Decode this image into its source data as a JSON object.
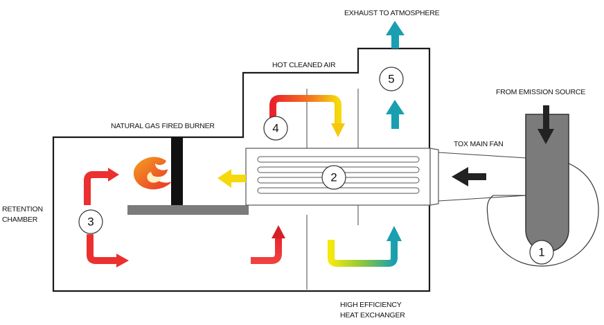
{
  "labels": {
    "exhaust": "EXHAUST TO ATMOSPHERE",
    "hot_cleaned_air": "HOT CLEANED AIR",
    "emission_source": "FROM EMISSION SOURCE",
    "burner": "NATURAL GAS FIRED BURNER",
    "tox_fan": "TOX MAIN FAN",
    "retention_line1": "RETENTION",
    "retention_line2": "CHAMBER",
    "hx_line1": "HIGH EFFICIENCY",
    "hx_line2": "HEAT EXCHANGER"
  },
  "markers": {
    "fan": "1",
    "heat_exchanger": "2",
    "retention": "3",
    "hot_air": "4",
    "exhaust": "5"
  },
  "colors": {
    "outline": "#1a1a1a",
    "teal": "#1a9fb0",
    "red": "#e8232b",
    "orange": "#f47c20",
    "yellow": "#f5d90c",
    "green": "#8cc63f",
    "duct_gray": "#7b7b7b",
    "fan_arrow": "#222222"
  }
}
